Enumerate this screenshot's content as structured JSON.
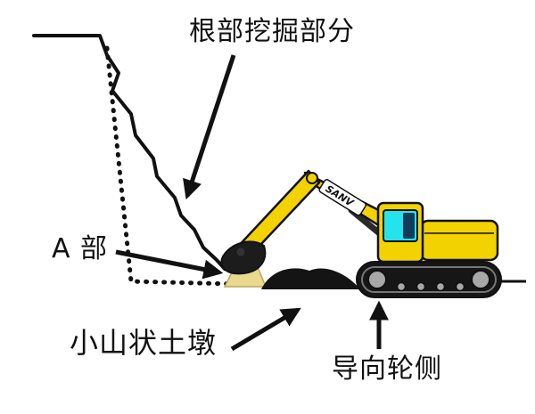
{
  "diagram": {
    "title_label": "根部挖掘部分",
    "a_part_label": "A 部",
    "mound_label": "小山状土墩",
    "guide_wheel_label": "导向轮侧",
    "brand": "SANV"
  },
  "colors": {
    "line": "#111111",
    "excavator_body": "#f2d200",
    "cab_window": "#25e3ec",
    "cab_interior": "#123a5a",
    "track": "#161616",
    "track_rim": "#777777",
    "wheel": "#a8a8a8",
    "mound": "#141414",
    "soil_patch": "#ead98f",
    "bucket": "#1c1c1c",
    "cylinder": "#2a2a2a",
    "background": "#ffffff"
  }
}
